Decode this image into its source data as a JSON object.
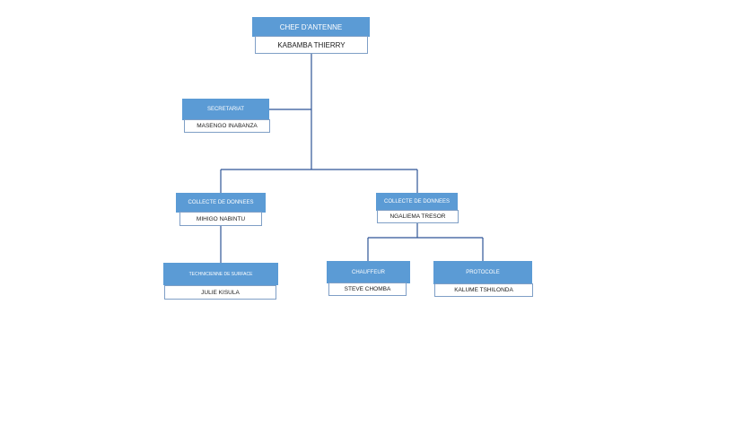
{
  "org": {
    "chef": {
      "title": "CHEF D'ANTENNE",
      "name": "KABAMBA THIERRY"
    },
    "secretariat": {
      "title": "SECRETARIAT",
      "name": "MASENGO INABANZA"
    },
    "collecte_left": {
      "title": "COLLECTE  DE DONNEES",
      "name": "MIHIGO NABINTU"
    },
    "collecte_right": {
      "title": "COLLECTE  DE DONNEES",
      "name": "NGALIEMA TRESOR"
    },
    "technicienne": {
      "title": "TECHNICIENNE DE SURFACE",
      "name": "JULIE KISULA"
    },
    "chauffeur": {
      "title": "CHAUFFEUR",
      "name": "STEVE  CHOMBA"
    },
    "protocole": {
      "title": "PROTOCOLE",
      "name": "KALUME TSHILONDA"
    }
  },
  "colors": {
    "title_fill": "#5b9bd5",
    "connector": "#2f5597",
    "name_border": "#7f9fc6"
  }
}
